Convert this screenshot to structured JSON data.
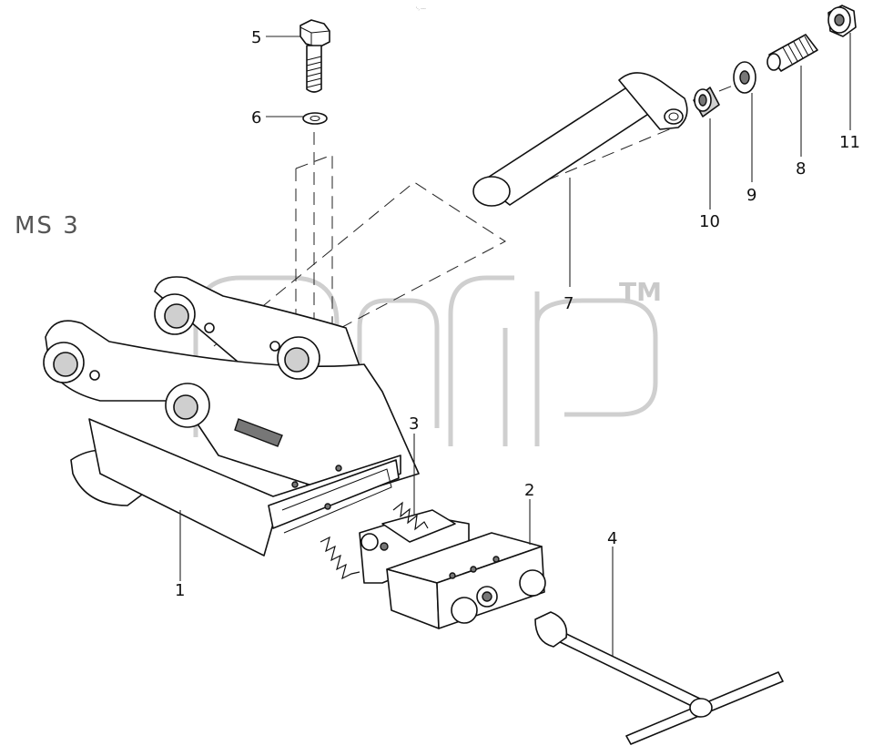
{
  "diagram_title": "MS   3",
  "header_code": "'-, ----",
  "watermark": {
    "trademark": "TM"
  },
  "callouts": [
    {
      "id": "1",
      "label": "1",
      "part": "quick-coupler-frame"
    },
    {
      "id": "2",
      "label": "2",
      "part": "locking-block"
    },
    {
      "id": "3",
      "label": "3",
      "part": "spring-assembly"
    },
    {
      "id": "4",
      "label": "4",
      "part": "t-handle-wrench"
    },
    {
      "id": "5",
      "label": "5",
      "part": "bolt"
    },
    {
      "id": "6",
      "label": "6",
      "part": "washer"
    },
    {
      "id": "7",
      "label": "7",
      "part": "pin"
    },
    {
      "id": "8",
      "label": "8",
      "part": "threaded-stud"
    },
    {
      "id": "9",
      "label": "9",
      "part": "washer"
    },
    {
      "id": "10",
      "label": "10",
      "part": "bushing"
    },
    {
      "id": "11",
      "label": "11",
      "part": "nut"
    }
  ]
}
